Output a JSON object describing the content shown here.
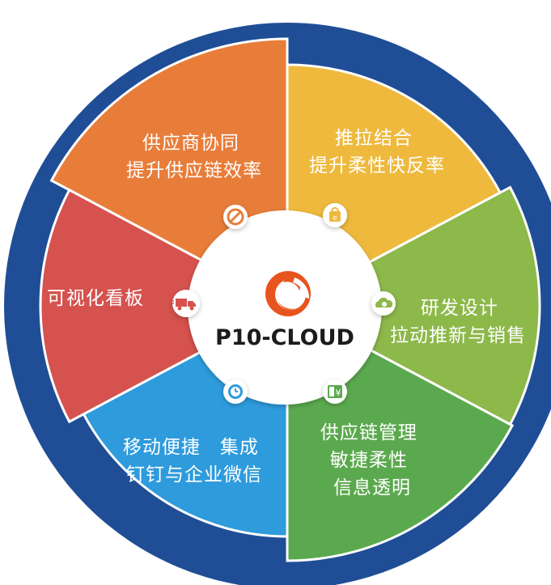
{
  "center": {
    "brand": "P10-CLOUD",
    "logo": "c-swirl-logo"
  },
  "segments": [
    {
      "id": "supplier-collaboration",
      "color": "#E87D3A",
      "icon": "wrench-icon",
      "lines": [
        "供应商协同",
        "提升供应链效率"
      ]
    },
    {
      "id": "push-pull",
      "color": "#EEB93D",
      "icon": "shopping-bag-icon",
      "lines": [
        "推拉结合",
        "提升柔性快反率"
      ]
    },
    {
      "id": "rnd-design",
      "color": "#8DB84A",
      "icon": "cloud-icon",
      "lines": [
        "研发设计",
        "拉动推新与销售"
      ]
    },
    {
      "id": "supply-chain-management",
      "color": "#5BA94E",
      "icon": "yuan-document-icon",
      "lines": [
        "供应链管理",
        "敏捷柔性",
        "信息透明"
      ]
    },
    {
      "id": "mobile-integration",
      "color": "#2E9BDD",
      "icon": "clock-icon",
      "lines": [
        "移动便捷　集成",
        "钉钉与企业微信"
      ]
    },
    {
      "id": "visual-dashboard",
      "color": "#D5524E",
      "icon": "truck-icon",
      "lines": [
        "可视化看板"
      ]
    }
  ],
  "colors": {
    "outer_ring": "#1F4E96",
    "center_fill": "#FFFFFF",
    "logo_orange": "#E8541E",
    "brand_text": "#1C1C1C"
  }
}
